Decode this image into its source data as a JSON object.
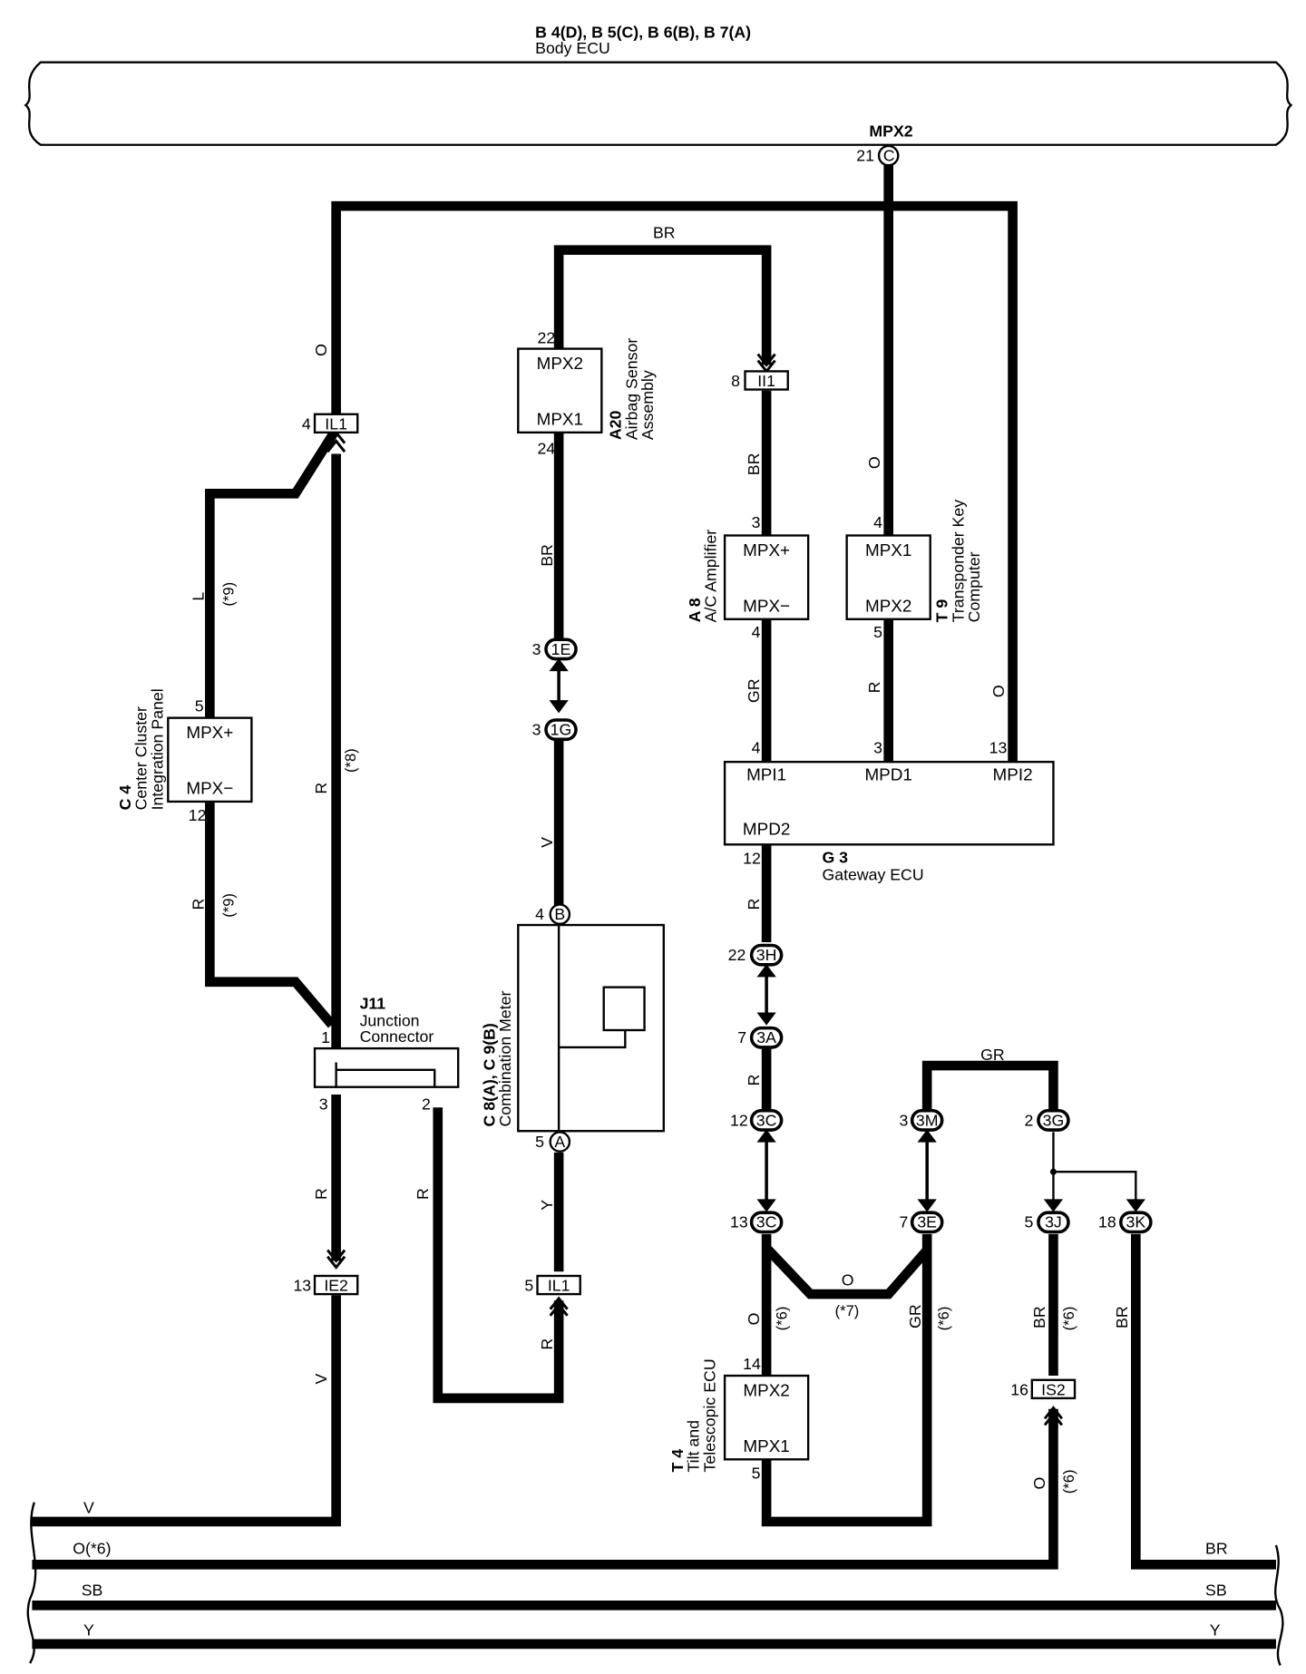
{
  "header": {
    "ids": "B 4(D), B 5(C), B 6(B), B 7(A)",
    "name": "Body ECU"
  },
  "components": {
    "body_ecu": {
      "pin_label": "MPX2",
      "pin_num": "21",
      "pin_conn": "C"
    },
    "airbag": {
      "id": "A20",
      "name1": "Airbag Sensor",
      "name2": "Assembly",
      "pin_top": "MPX2",
      "pin_bot": "MPX1",
      "num_top": "22",
      "num_bot": "24"
    },
    "ac_amp": {
      "id": "A 8",
      "name1": "A/C Amplifier",
      "pin_top": "MPX+",
      "pin_bot": "MPX−",
      "num_top": "3",
      "num_bot": "4"
    },
    "transponder": {
      "id": "T 9",
      "name1": "Transponder Key",
      "name2": "Computer",
      "pin_top": "MPX1",
      "pin_bot": "MPX2",
      "num_top": "4",
      "num_bot": "5"
    },
    "center_cluster": {
      "id": "C 4",
      "name1": "Center Cluster",
      "name2": "Integration Panel",
      "pin_top": "MPX+",
      "pin_bot": "MPX−",
      "num_top": "5",
      "num_bot": "12"
    },
    "gateway": {
      "id": "G 3",
      "name": "Gateway ECU",
      "p1": "MPI1",
      "p2": "MPD1",
      "p3": "MPI2",
      "p4": "MPD2",
      "n1": "4",
      "n2": "3",
      "n3": "13",
      "n4": "12"
    },
    "junction": {
      "id": "J11",
      "name1": "Junction",
      "name2": "Connector",
      "n1": "1",
      "n2": "2",
      "n3": "3"
    },
    "meter": {
      "id": "C 8(A), C 9(B)",
      "name": "Combination Meter",
      "n_top": "4",
      "c_top": "B",
      "n_bot": "5",
      "c_bot": "A"
    },
    "tilt": {
      "id": "T 4",
      "name1": "Tilt and",
      "name2": "Telescopic ECU",
      "pin_top": "MPX2",
      "pin_bot": "MPX1",
      "num_top": "14",
      "num_bot": "5"
    }
  },
  "connectors": {
    "il1_top": {
      "label": "IL1",
      "num": "4"
    },
    "ii1": {
      "label": "II1",
      "num": "8"
    },
    "c1e": {
      "label": "1E",
      "num": "3"
    },
    "c1g": {
      "label": "1G",
      "num": "3"
    },
    "c3h": {
      "label": "3H",
      "num": "22"
    },
    "c3a": {
      "label": "3A",
      "num": "7"
    },
    "c3c_a": {
      "label": "3C",
      "num": "12"
    },
    "c3m": {
      "label": "3M",
      "num": "3"
    },
    "c3g": {
      "label": "3G",
      "num": "2"
    },
    "c3c_b": {
      "label": "3C",
      "num": "13"
    },
    "c3e": {
      "label": "3E",
      "num": "7"
    },
    "c3j": {
      "label": "3J",
      "num": "5"
    },
    "c3k": {
      "label": "3K",
      "num": "18"
    },
    "ie2": {
      "label": "IE2",
      "num": "13"
    },
    "il1_bot": {
      "label": "IL1",
      "num": "5"
    },
    "is2": {
      "label": "IS2",
      "num": "16"
    }
  },
  "wire_colors": {
    "br_top": "BR",
    "o_left": "O",
    "l_cc": "L",
    "r_cc": "R",
    "r_left": "R",
    "br_air": "BR",
    "v_air": "V",
    "br_ac": "BR",
    "gr_ac": "GR",
    "o_tr": "O",
    "r_tr": "R",
    "o_gw": "O",
    "r_gw": "R",
    "r_3a": "R",
    "gr_top": "GR",
    "o_mid": "O",
    "o_tilt": "O",
    "gr_tilt": "GR",
    "br_3j": "BR",
    "br_3k": "BR",
    "r_j3": "R",
    "r_j2": "R",
    "v_left": "V",
    "y_meter": "Y",
    "r_meter": "R",
    "o_is2": "O"
  },
  "notes": {
    "n9a": "(*9)",
    "n8": "(*8)",
    "n9b": "(*9)",
    "n7": "(*7)",
    "n6a": "(*6)",
    "n6b": "(*6)",
    "n6c": "(*6)",
    "n6d": "(*6)"
  },
  "bus": {
    "v": "V",
    "o6": "O(*6)",
    "sb_l": "SB",
    "y_l": "Y",
    "br_r": "BR",
    "sb_r": "SB",
    "y_r": "Y"
  }
}
